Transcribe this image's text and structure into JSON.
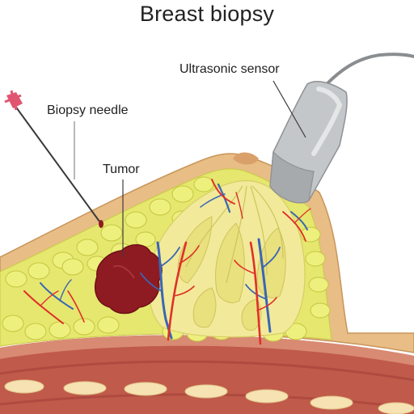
{
  "title": "Breast biopsy",
  "labels": {
    "sensor": "Ultrasonic sensor",
    "needle": "Biopsy needle",
    "tumor": "Tumor"
  },
  "colors": {
    "skin": "#e8bd86",
    "skin_outline": "#c9955a",
    "fat": "#e9ea6f",
    "fat_dark": "#c9ca45",
    "gland": "#f3ec9c",
    "muscle": "#b44a3e",
    "muscle_light": "#cf7a62",
    "rib": "#f6e2b2",
    "tumor": "#8f1b22",
    "artery": "#e0302a",
    "vein": "#3a66b3",
    "probe": "#bfc2c4",
    "needle_tip": "#e05570"
  }
}
